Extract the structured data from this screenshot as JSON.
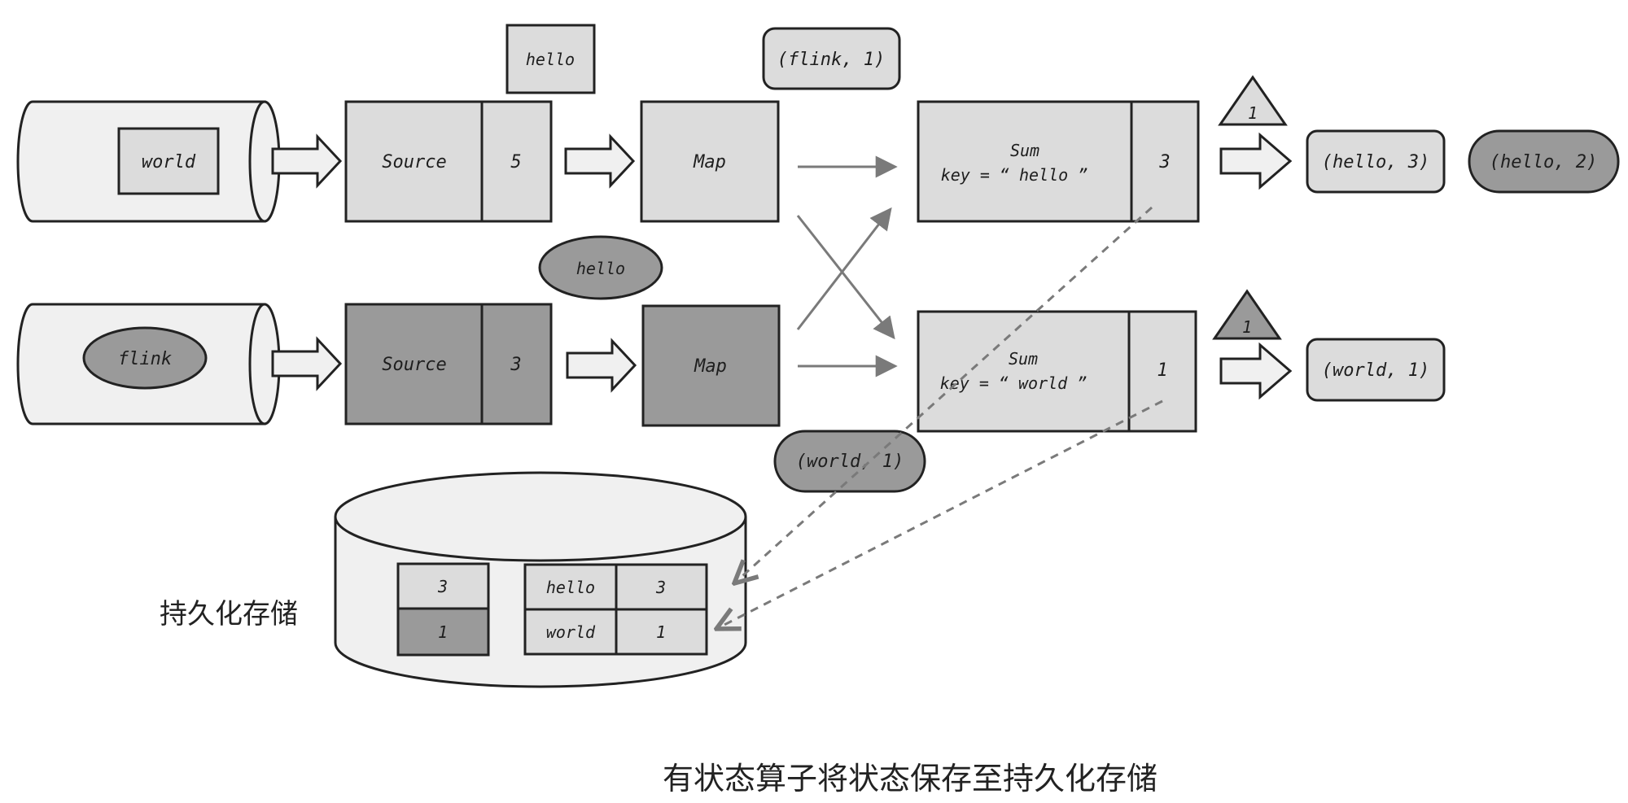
{
  "colors": {
    "light": "#dcdcdc",
    "dark": "#9a9a9a",
    "pale": "#f0f0f0",
    "stroke": "#222222",
    "edge": "#7a7a7a"
  },
  "top_pipeline": {
    "queue_token": "world",
    "source_label": "Source",
    "source_state": "5",
    "record_above_source": "hello",
    "map_label": "Map",
    "record_above_map": "(flink, 1)"
  },
  "bottom_pipeline": {
    "queue_token": "flink",
    "source_label": "Source",
    "source_state": "3",
    "record_above_source": "hello",
    "map_label": "Map"
  },
  "sum_hello": {
    "title": "Sum",
    "key_label": "key = “ hello ”",
    "state": "3",
    "watermark": "1",
    "outputs": [
      "(hello, 3)",
      "(hello, 2)"
    ]
  },
  "sum_world": {
    "title": "Sum",
    "key_label": "key = “ world ”",
    "state": "1",
    "watermark": "1",
    "outputs": [
      "(world, 1)"
    ]
  },
  "in_flight_record": "(world, 1)",
  "storage": {
    "label": "持久化存储",
    "source_states": [
      "3",
      "1"
    ],
    "keyed_states": [
      {
        "key": "hello",
        "value": "3"
      },
      {
        "key": "world",
        "value": "1"
      }
    ]
  },
  "caption": "有状态算子将状态保存至持久化存储"
}
